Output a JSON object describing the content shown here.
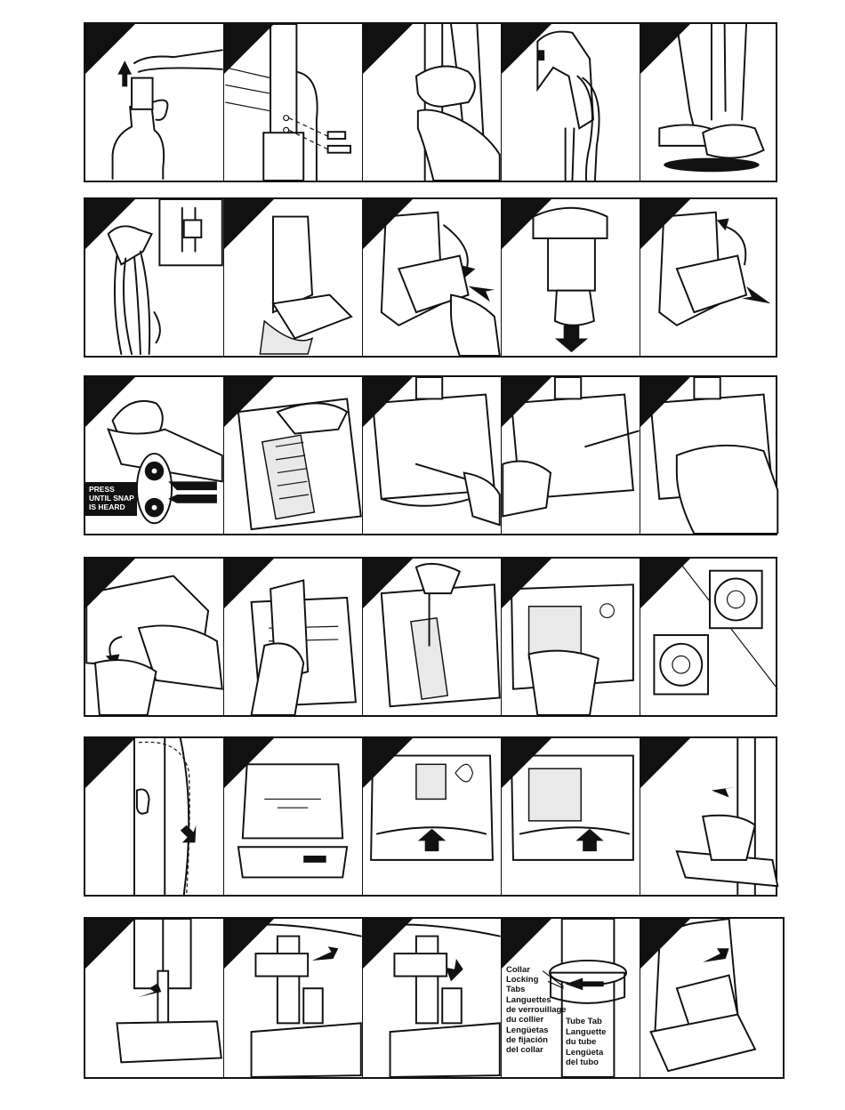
{
  "panels": {
    "row3": {
      "press_label": "PRESS\nUNTIL SNAP\nIS HEARD"
    },
    "row6": {
      "collar_label": "Collar\nLocking\nTabs",
      "collar_label_fr": "Languettes\nde verrouillage\ndu collier",
      "collar_label_es": "Lengüetas\nde fijación\ndel collar",
      "tube_tab_label": "Tube Tab",
      "tube_tab_label_fr": "Languette\ndu tube",
      "tube_tab_label_es": "Lengüeta\ndel tubo"
    }
  }
}
